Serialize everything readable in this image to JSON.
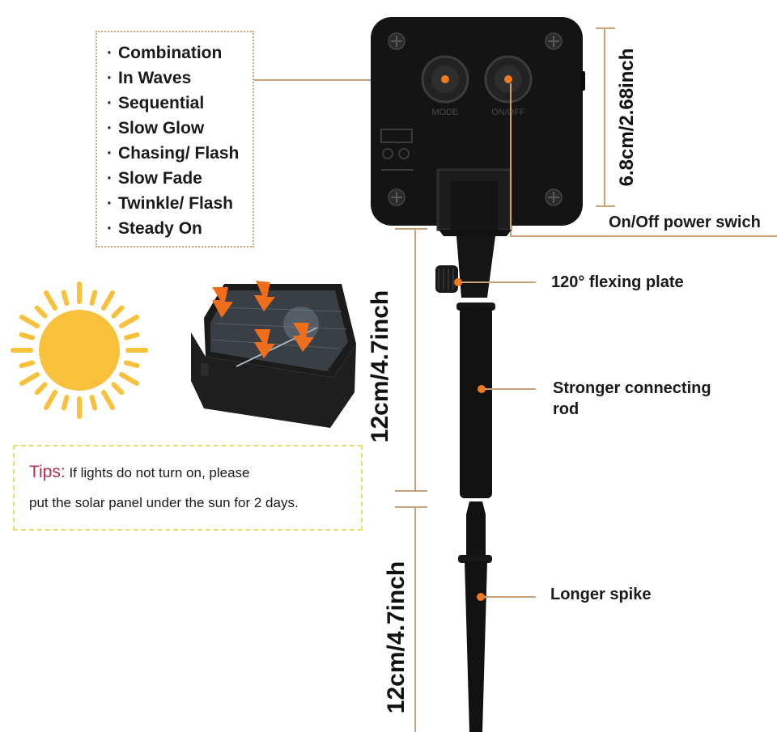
{
  "modes_list": {
    "items": [
      "Combination",
      "In Waves",
      "Sequential",
      "Slow Glow",
      "Chasing/ Flash",
      "Slow Fade",
      "Twinkle/ Flash",
      "Steady On"
    ]
  },
  "controller": {
    "button_mode_label": "MODE",
    "button_onoff_label": "ON/OFF",
    "height_dimension": "6.8cm/2.68inch"
  },
  "callouts": {
    "power_switch": "On/Off power swich",
    "flex_plate": "120° flexing plate",
    "rod_line1": "Stronger connecting",
    "rod_line2": "rod",
    "spike": "Longer spike"
  },
  "dimensions": {
    "rod_length": "12cm/4.7inch",
    "spike_length": "12cm/4.7inch"
  },
  "tips": {
    "label": "Tips:",
    "line1": " If lights do not turn on, please",
    "line2": "put the solar panel under the sun for 2 days."
  },
  "colors": {
    "accent_orange": "#f07a1c",
    "sun_yellow": "#f9c13b",
    "line_tan": "#c9a27a",
    "tips_border": "#e5de6e",
    "tips_label": "#b0304d",
    "device_black": "#111111"
  }
}
